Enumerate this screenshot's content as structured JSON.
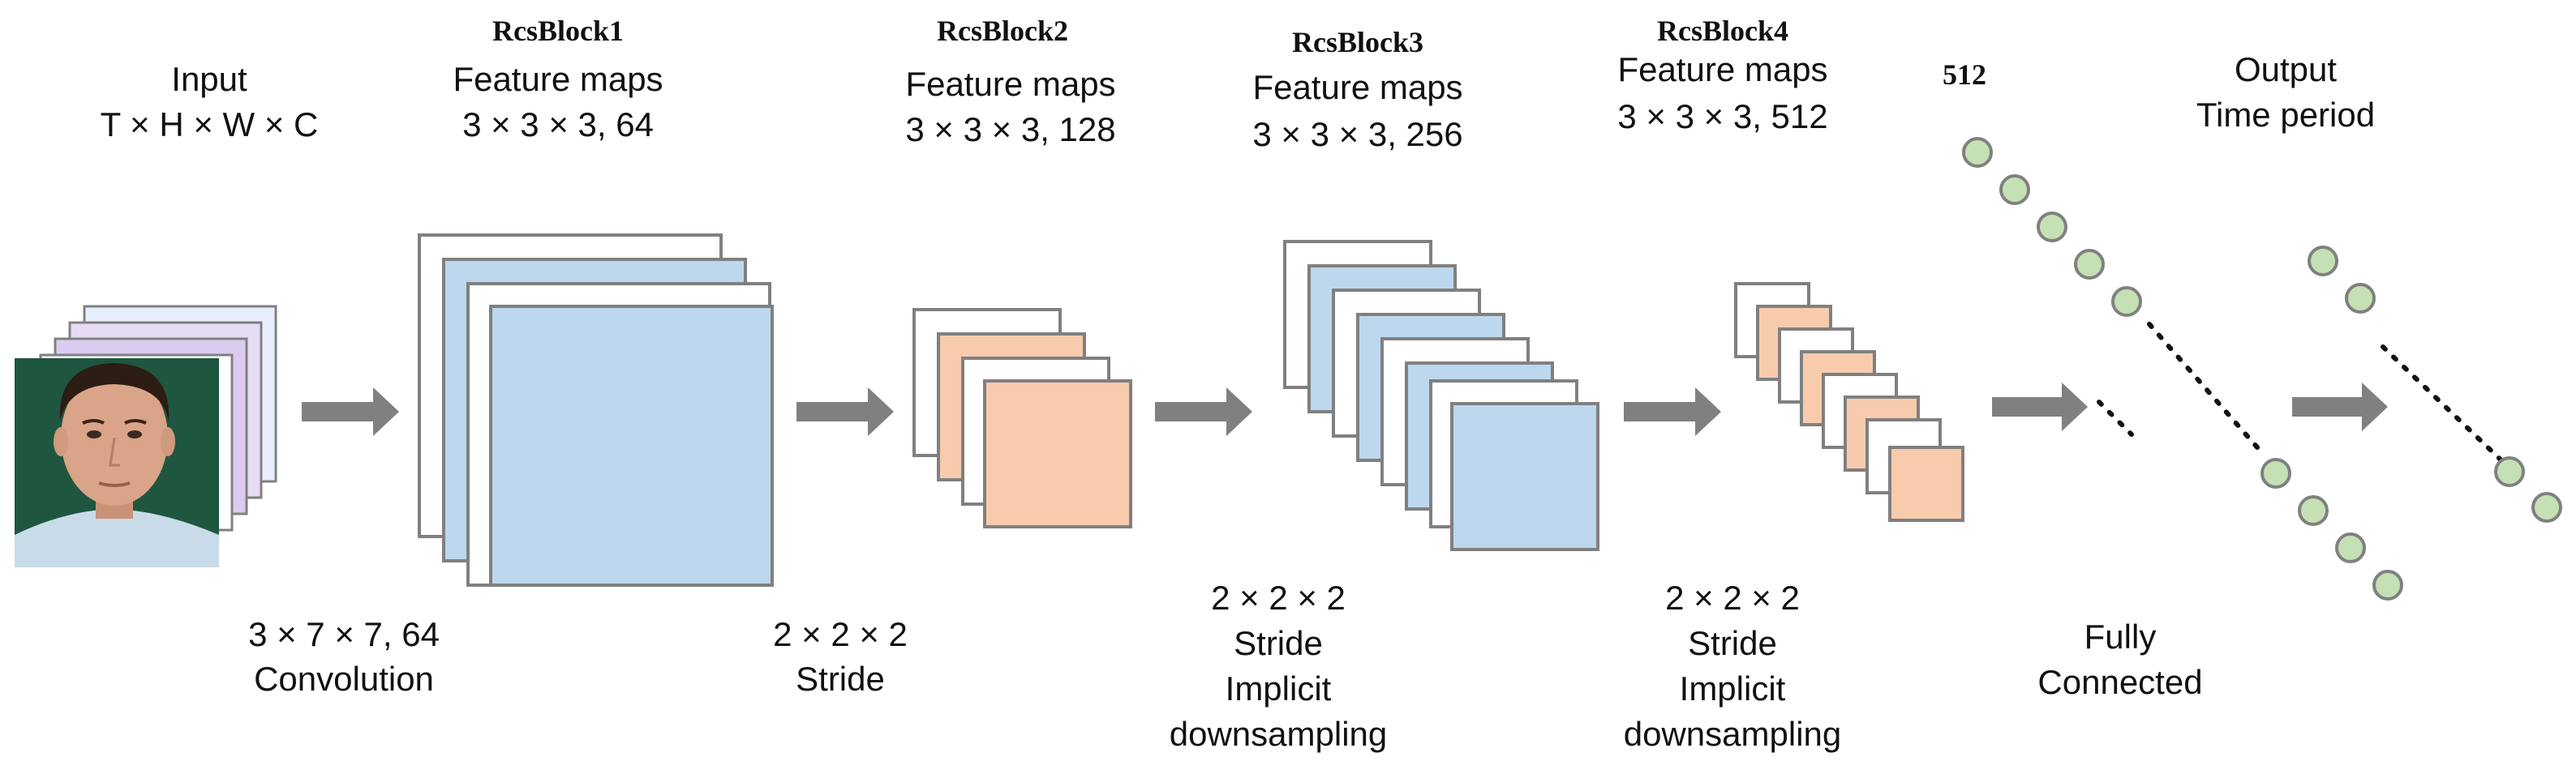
{
  "colors": {
    "blue_map": "#bdd7ee",
    "peach_map": "#f8cbad",
    "white_map": "#ffffff",
    "map_border": "#808080",
    "arrow": "#808080",
    "node_fill": "#c5e0b4",
    "node_border": "#808080",
    "input_tint_1": "#e8eefb",
    "input_tint_2": "#e6dcf5",
    "input_tint_3": "#dccbf0",
    "face_bg": "#1f5640"
  },
  "input": {
    "title": "Input",
    "dims": "T × H × W × C",
    "conv_params": "3 × 7 × 7, 64",
    "conv_label": "Convolution",
    "image_icon": "face-photo"
  },
  "block1": {
    "name": "RcsBlock1",
    "maps_label": "Feature maps",
    "maps_params": "3 × 3 × 3, 64",
    "stride_dims": "2 × 2 × 2",
    "stride_label": "Stride"
  },
  "block2": {
    "name": "RcsBlock2",
    "maps_label": "Feature maps",
    "maps_params": "3 × 3 × 3, 128",
    "stride_dims": "2 × 2 × 2",
    "stride_label": "Stride",
    "implicit_label": "Implicit",
    "downsampling_label": "downsampling"
  },
  "block3": {
    "name": "RcsBlock3",
    "maps_label": "Feature maps",
    "maps_params": "3 × 3 × 3, 256",
    "stride_dims": "2 × 2 × 2",
    "stride_label": "Stride",
    "implicit_label": "Implicit",
    "downsampling_label": "downsampling"
  },
  "block4": {
    "name": "RcsBlock4",
    "maps_label": "Feature maps",
    "maps_params": "3 × 3 × 3, 512"
  },
  "fc": {
    "units": "512",
    "label_line1": "Fully",
    "label_line2": "Connected"
  },
  "output": {
    "title": "Output",
    "subtitle": "Time period"
  }
}
